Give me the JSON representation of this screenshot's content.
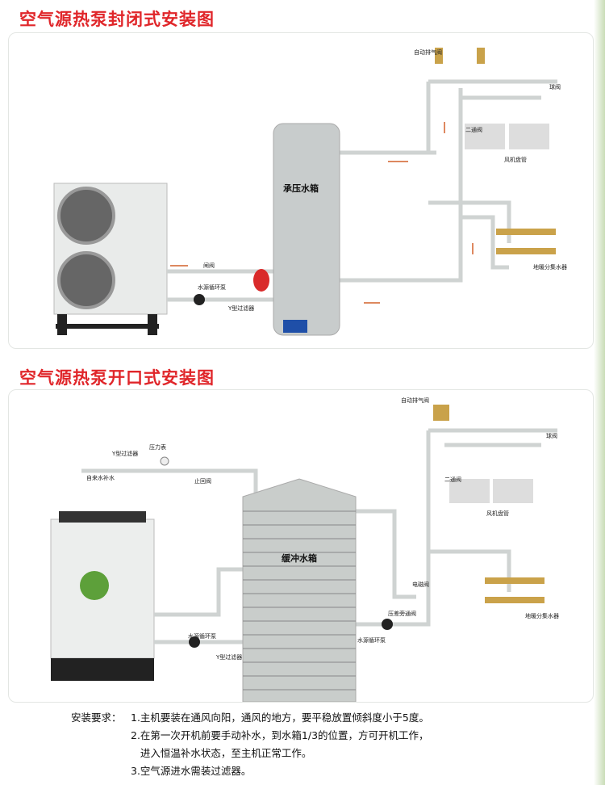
{
  "closed": {
    "title": "空气源热泵封闭式安装图",
    "tank": "承压水箱",
    "labels": {
      "air_vent": "自动排气阀",
      "ball_valve": "球阀",
      "two_way_valve": "二通阀",
      "fan_coil": "风机盘管",
      "manifold": "地暖分集水器",
      "gate_valve": "闸阀",
      "pump": "水源循环泵",
      "y_filter": "Y型过滤器"
    }
  },
  "open": {
    "title": "空气源热泵开口式安装图",
    "tank": "缓冲水箱",
    "labels": {
      "air_vent": "自动排气阀",
      "ball_valve": "球阀",
      "two_way_valve": "二通阀",
      "fan_coil": "风机盘管",
      "manifold": "地暖分集水器",
      "solenoid": "电磁阀",
      "bypass": "压差旁通阀",
      "pump_left": "水源循环泵",
      "pump_right": "水源循环泵",
      "y_filter_left": "Y型过滤器",
      "y_filter_top": "Y型过滤器",
      "pressure_gauge": "压力表",
      "check_valve": "止回阀",
      "tap_water": "自来水补水"
    }
  },
  "notes": {
    "heading": "安装要求：",
    "items": [
      "1.主机要装在通风向阳，通风的地方，要平稳放置倾斜度小于5度。",
      "2.在第一次开机前要手动补水，到水箱1/3的位置，方可开机工作，",
      "   进入恒温补水状态，至主机正常工作。",
      "3.空气源进水需装过滤器。"
    ]
  }
}
